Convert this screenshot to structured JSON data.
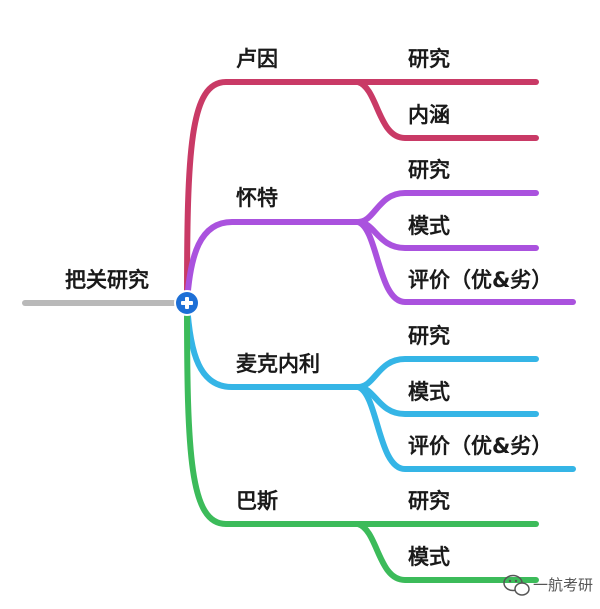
{
  "root": {
    "label": "把关研究",
    "color": "#b9b9b9"
  },
  "expand_button": {
    "symbol": "+",
    "color": "#1d6fd6"
  },
  "branches": [
    {
      "label": "卢因",
      "color": "#c93a66",
      "children": [
        "研究",
        "内涵"
      ]
    },
    {
      "label": "怀特",
      "color": "#aa52de",
      "children": [
        "研究",
        "模式",
        "评价（优&劣）"
      ]
    },
    {
      "label": "麦克内利",
      "color": "#35b5e6",
      "children": [
        "研究",
        "模式",
        "评价（优&劣）"
      ]
    },
    {
      "label": "巴斯",
      "color": "#3cbb5a",
      "children": [
        "研究",
        "模式"
      ]
    }
  ],
  "watermark": {
    "text": "一航考研",
    "icon": "wechat-icon"
  }
}
